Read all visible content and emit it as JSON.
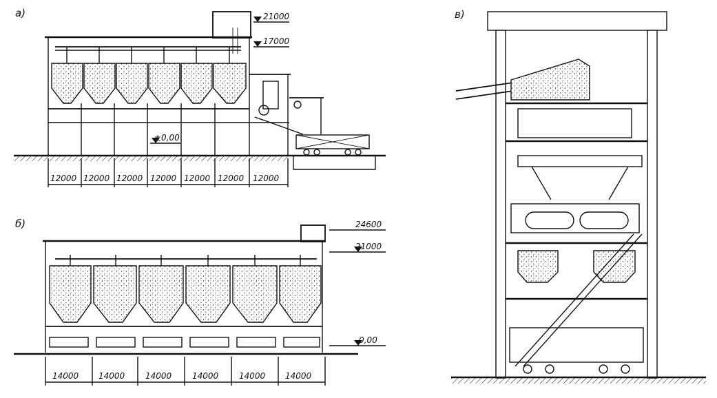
{
  "panels": {
    "a": {
      "label": "а)",
      "elev_top": "21000",
      "elev_mid": "17000",
      "elev_zero": "±0,00",
      "spans": [
        "12000",
        "12000",
        "12000",
        "12000",
        "12000",
        "12000",
        "12000"
      ]
    },
    "b": {
      "label": "б)",
      "elev_top": "24600",
      "elev_mid": "21000",
      "elev_zero": "0,00",
      "spans": [
        "14000",
        "14000",
        "14000",
        "14000",
        "14000",
        "14000"
      ]
    },
    "c": {
      "label": "в)"
    }
  },
  "colors": {
    "ink": "#111111",
    "paper": "#ffffff"
  }
}
